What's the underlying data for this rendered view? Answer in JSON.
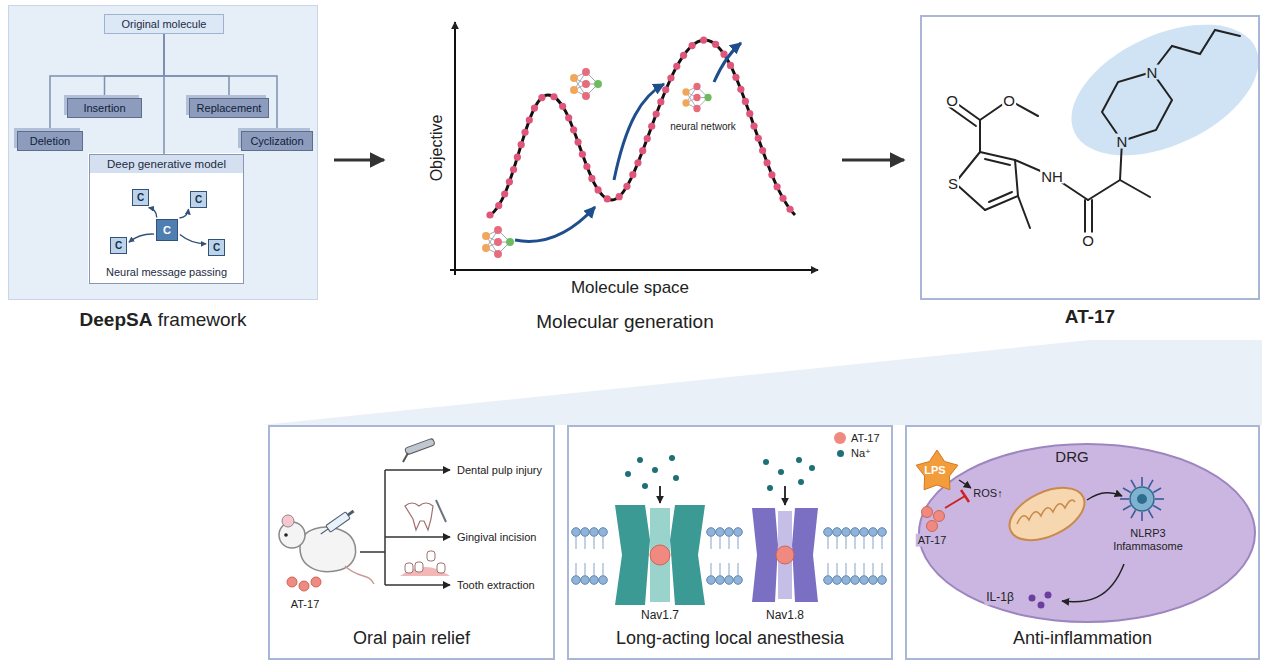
{
  "diagram": {
    "nodes": [
      {
        "text": [
          "DeepSA",
          "framework"
        ]
      },
      {
        "text": [
          "Original molecule"
        ],
        "in": 0
      },
      {
        "text": [
          "Insertion"
        ],
        "in": 0
      },
      {
        "text": [
          "Replacement"
        ],
        "in": 0
      },
      {
        "text": [
          "Deletion"
        ],
        "in": 0
      },
      {
        "text": [
          "Cyclization"
        ],
        "in": 0
      },
      {
        "text": [
          "Deep generative model",
          "Neural message passing"
        ],
        "in": 0
      },
      {
        "text": [
          "C"
        ],
        "in": 6
      },
      {
        "text": [
          "C"
        ],
        "in": 6
      },
      {
        "text": [
          "C"
        ],
        "in": 6
      },
      {
        "text": [
          "C"
        ],
        "in": 6
      },
      {
        "text": [
          "C"
        ],
        "in": 6
      },
      {
        "text": [
          "AT-17"
        ]
      },
      {
        "text": [
          "Oral pain relief"
        ]
      },
      {
        "text": [
          "Long-acting local anesthesia"
        ]
      },
      {
        "text": [
          "Anti-inflammation"
        ]
      },
      {
        "text": [
          "DRG"
        ],
        "in": 15
      }
    ],
    "edges": [
      {
        "from": 1,
        "to": 2,
        "arrow": "none"
      },
      {
        "from": 1,
        "to": 3,
        "arrow": "none"
      },
      {
        "from": 1,
        "to": 4,
        "arrow": "none"
      },
      {
        "from": 1,
        "to": 5,
        "arrow": "none"
      },
      {
        "from": 1,
        "to": 6,
        "arrow": "none"
      },
      {
        "from": 7,
        "to": 8,
        "arrow": "to"
      },
      {
        "from": 7,
        "to": 9,
        "arrow": "to"
      },
      {
        "from": 7,
        "to": 10,
        "arrow": "to"
      },
      {
        "from": 7,
        "to": 11,
        "arrow": "to"
      }
    ],
    "labels": [
      "Objective",
      "Molecule space",
      "neural network",
      "Molecular generation",
      "O",
      "O",
      "S",
      "NH",
      "O",
      "N",
      "N",
      "AT-17",
      "Dental pulp injury",
      "Gingival incision",
      "Tooth extraction",
      "Nav1.7",
      "Nav1.8",
      "LPS",
      "ROS↑",
      "AT-17",
      "NLRP3 Infammasome",
      "IL-1β"
    ],
    "legend": [
      {
        "text": "AT-17",
        "color": "#f08a80"
      },
      {
        "text": "Na⁺",
        "color": "#1f6f78"
      }
    ]
  }
}
